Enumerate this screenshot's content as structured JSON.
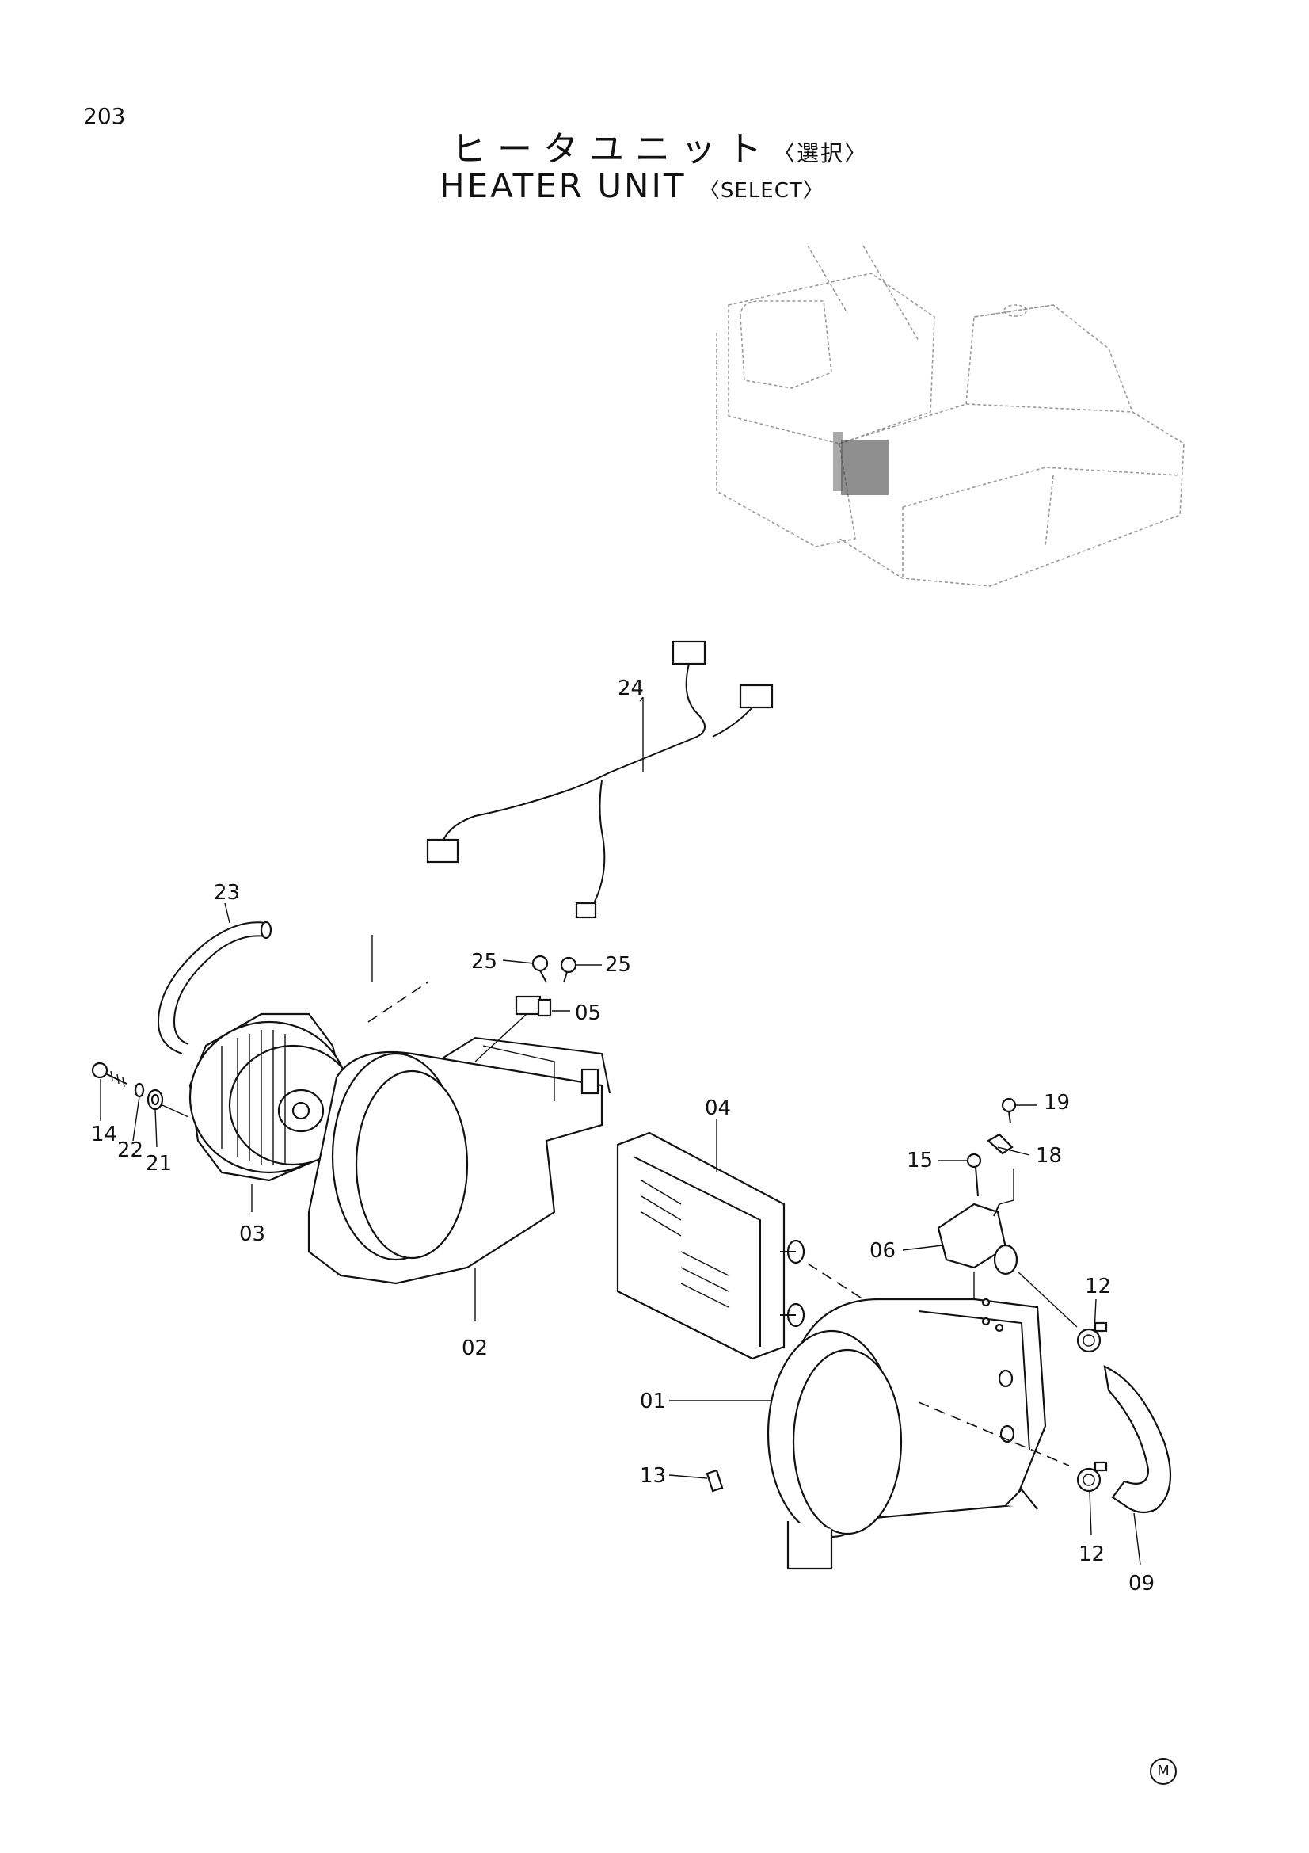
{
  "page": {
    "number": "203"
  },
  "title": {
    "japanese": "ヒータユニット",
    "japanese_select": "〈選択〉",
    "english": "HEATER UNIT",
    "english_select": "〈SELECT〉"
  },
  "parts": {
    "p01": "01",
    "p02": "02",
    "p03": "03",
    "p04": "04",
    "p05": "05",
    "p06": "06",
    "p09": "09",
    "p12a": "12",
    "p12b": "12",
    "p13": "13",
    "p14": "14",
    "p15": "15",
    "p18": "18",
    "p19": "19",
    "p21": "21",
    "p22": "22",
    "p23": "23",
    "p24": "24",
    "p25a": "25",
    "p25b": "25"
  },
  "footer": {
    "mark": "M"
  }
}
